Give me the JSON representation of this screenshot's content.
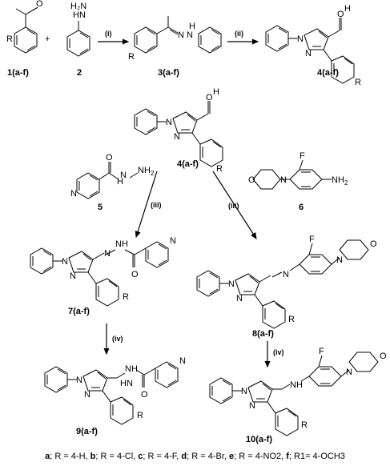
{
  "scheme": {
    "compounds": {
      "c1": "1(a-f)",
      "c2": "2",
      "c3": "3(a-f)",
      "c4_top": "4(a-f)",
      "c4_mid": "4(a-f)",
      "c5": "5",
      "c6": "6",
      "c7": "7(a-f)",
      "c8": "8(a-f)",
      "c9": "9(a-f)",
      "c10": "10(a-f)"
    },
    "reagents": {
      "step1": "(i)",
      "step2": "(ii)",
      "step3a": "(iii)",
      "step3b": "(iii)",
      "step4a": "(iv)",
      "step4b": "(iv)"
    },
    "atoms": {
      "O": "O",
      "N": "N",
      "F": "F",
      "R": "R",
      "plus": "+",
      "NH2": "NH",
      "H": "H",
      "NH": "NH",
      "HN": "HN",
      "two": "2"
    }
  },
  "legend": [
    {
      "key": "a",
      "text": "; R = 4-H,  "
    },
    {
      "key": "b",
      "text": "; R = 4-Cl,  "
    },
    {
      "key": "c",
      "text": "; R = 4-F,  "
    },
    {
      "key": "d",
      "text": "; R = 4-Br,  "
    },
    {
      "key": "e",
      "text": "; R = 4-NO2, "
    },
    {
      "key": "f",
      "text": "; R1= 4-OCH3"
    }
  ]
}
